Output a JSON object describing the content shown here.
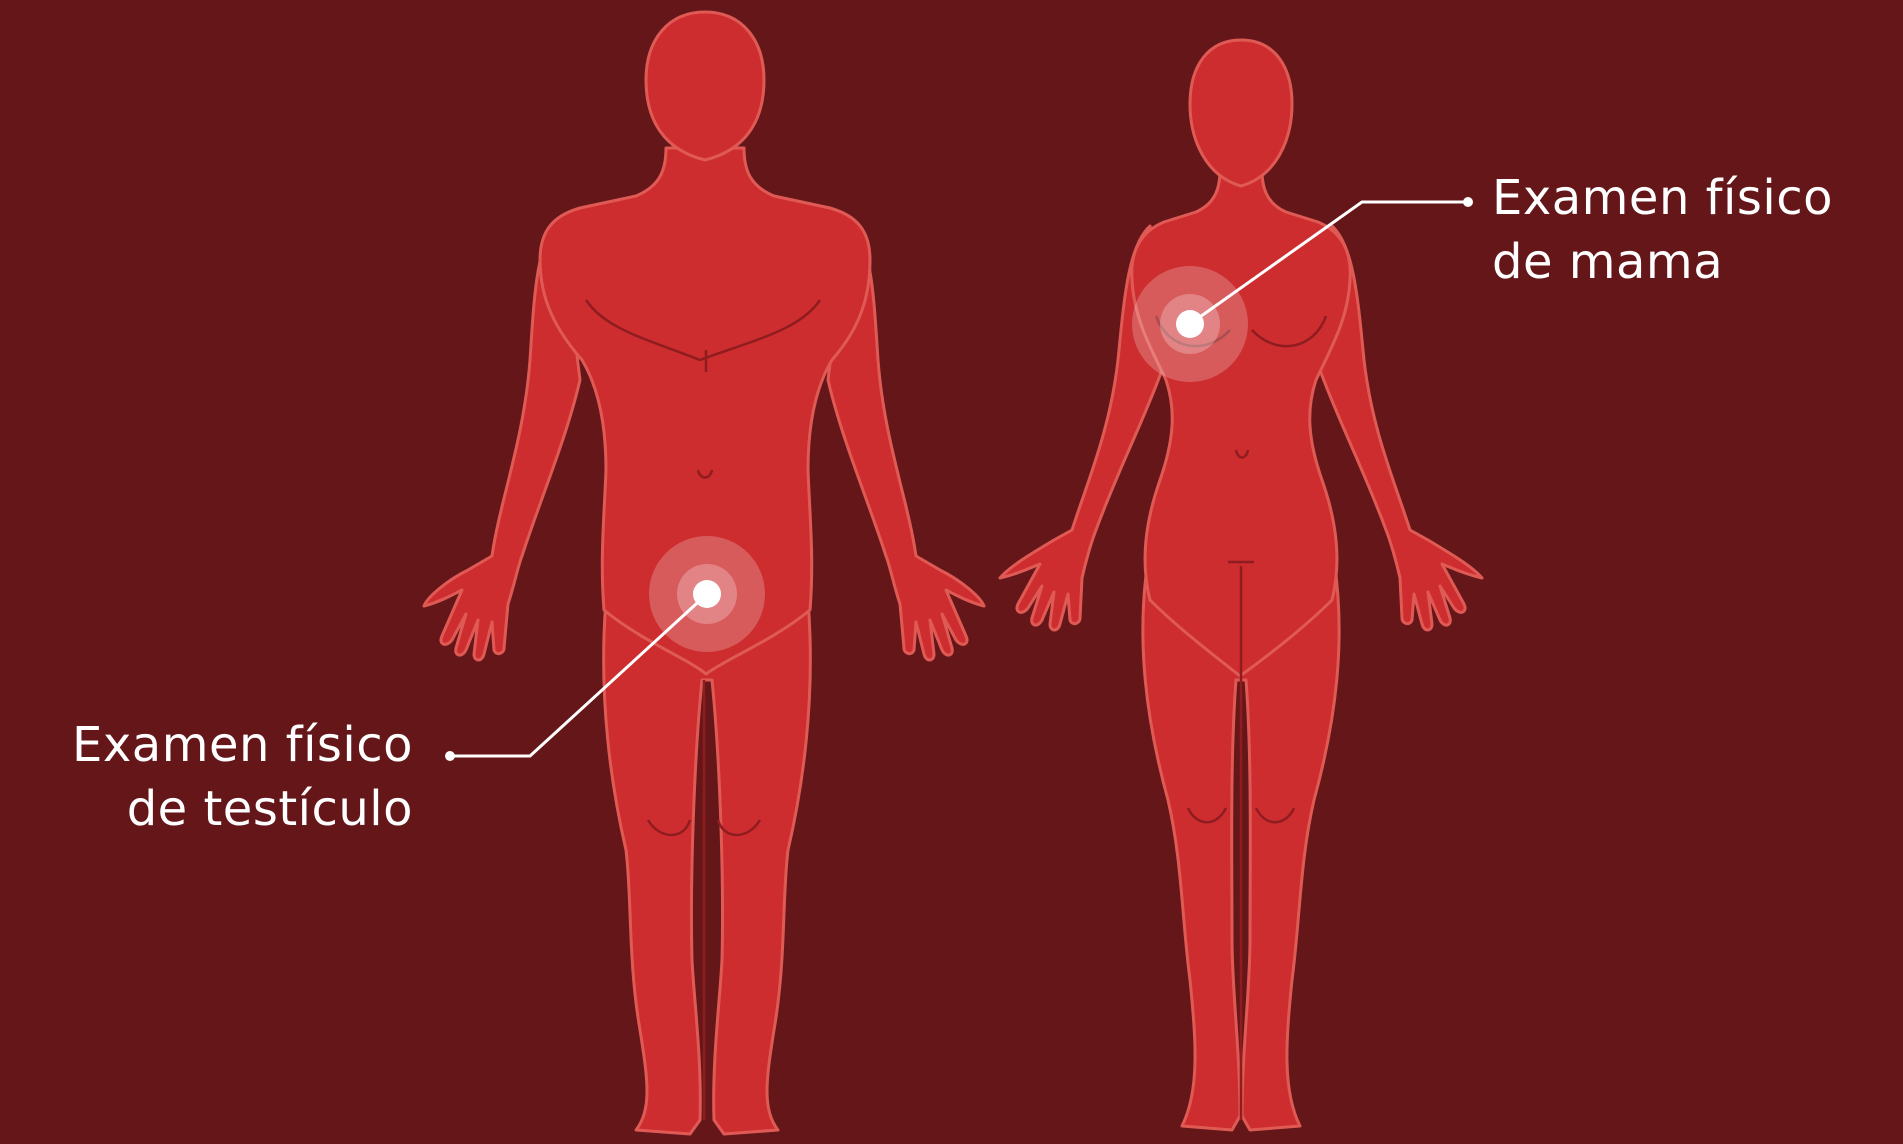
{
  "colors": {
    "background": "#641619",
    "body": "#cd2d2f",
    "body_outline": "#e05a55",
    "body_detail": "#8f1c1f",
    "marker": "#ffffff",
    "label_text": "#ffffff"
  },
  "figures": [
    {
      "name": "male-figure"
    },
    {
      "name": "female-figure"
    }
  ],
  "callouts": {
    "testicle": {
      "line1": "Examen físico",
      "line2": "de testículo",
      "icon": "target-marker-icon"
    },
    "breast": {
      "line1": "Examen físico",
      "line2": "de mama",
      "icon": "target-marker-icon"
    }
  }
}
